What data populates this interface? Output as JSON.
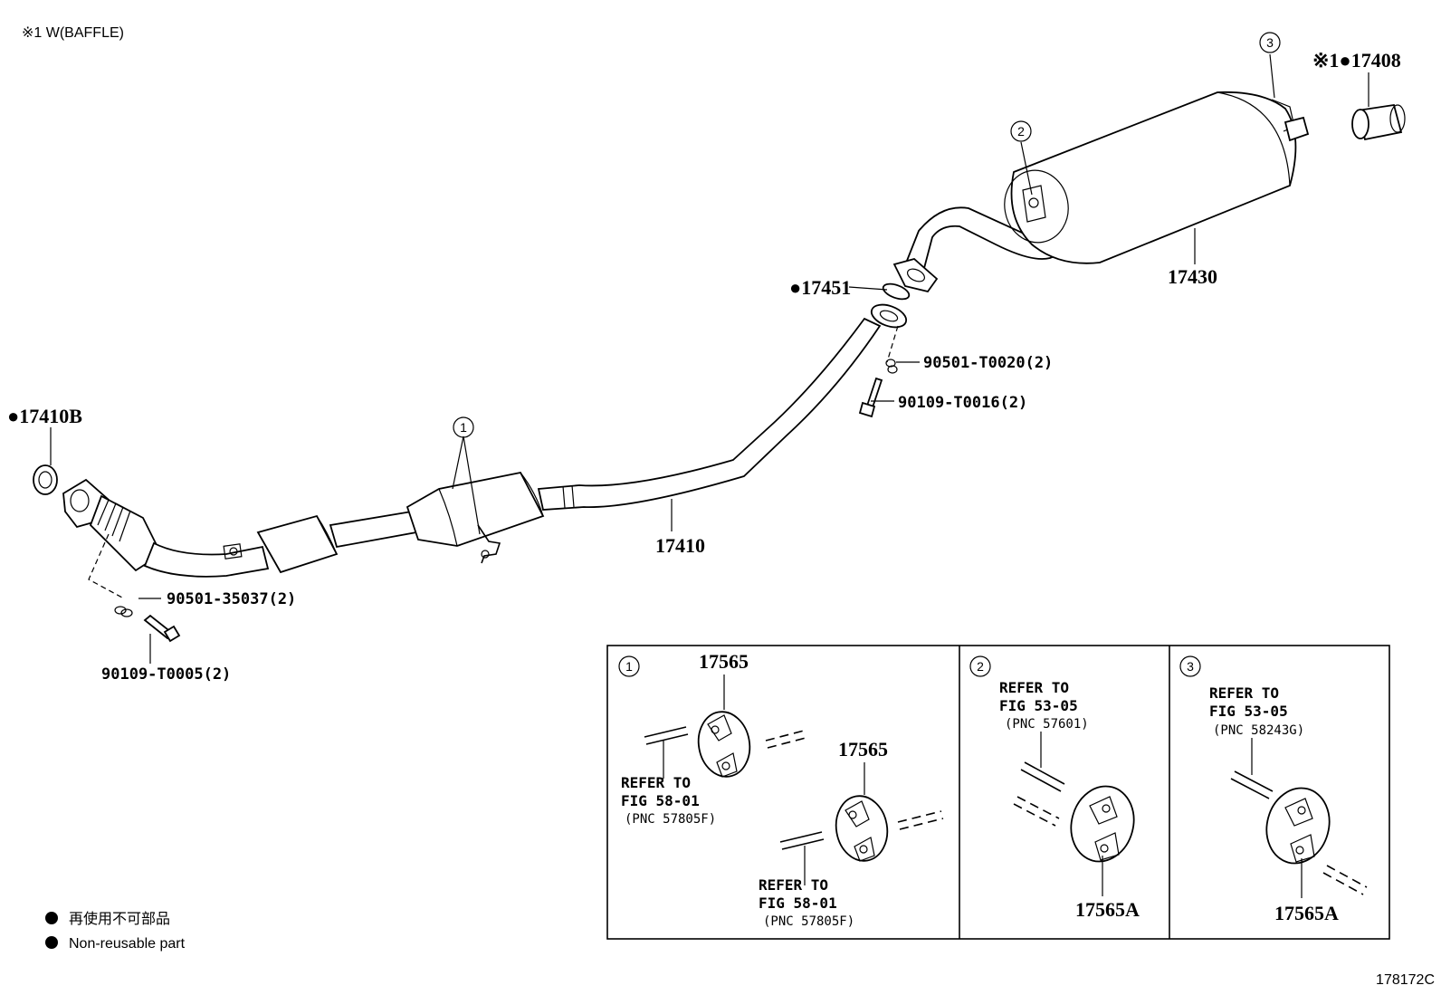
{
  "header": {
    "note": "※1  W(BAFFLE)"
  },
  "figure_id": "178172C",
  "legend": {
    "jp": "再使用不可部品",
    "en": "Non-reusable part"
  },
  "parts": {
    "p17410B": "●17410B",
    "p17410": "17410",
    "p17451": "●17451",
    "p17430": "17430",
    "p17408": "※1●17408",
    "b90501a": "90501-35037(2)",
    "b90109a": "90109-T0005(2)",
    "b90501b": "90501-T0020(2)",
    "b90109b": "90109-T0016(2)"
  },
  "callouts": {
    "c1": "1",
    "c2": "2",
    "c3": "3"
  },
  "detail_boxes": {
    "box1": {
      "num": "1",
      "part_a": "17565",
      "part_b": "17565",
      "ref_a": [
        "REFER TO",
        "FIG 58-01",
        "(PNC 57805F)"
      ],
      "ref_b": [
        "REFER TO",
        "FIG 58-01",
        "(PNC 57805F)"
      ]
    },
    "box2": {
      "num": "2",
      "part": "17565A",
      "ref": [
        "REFER TO",
        "FIG 53-05",
        "(PNC 57601)"
      ]
    },
    "box3": {
      "num": "3",
      "part": "17565A",
      "ref": [
        "REFER TO",
        "FIG 53-05",
        "(PNC 58243G)"
      ]
    }
  }
}
